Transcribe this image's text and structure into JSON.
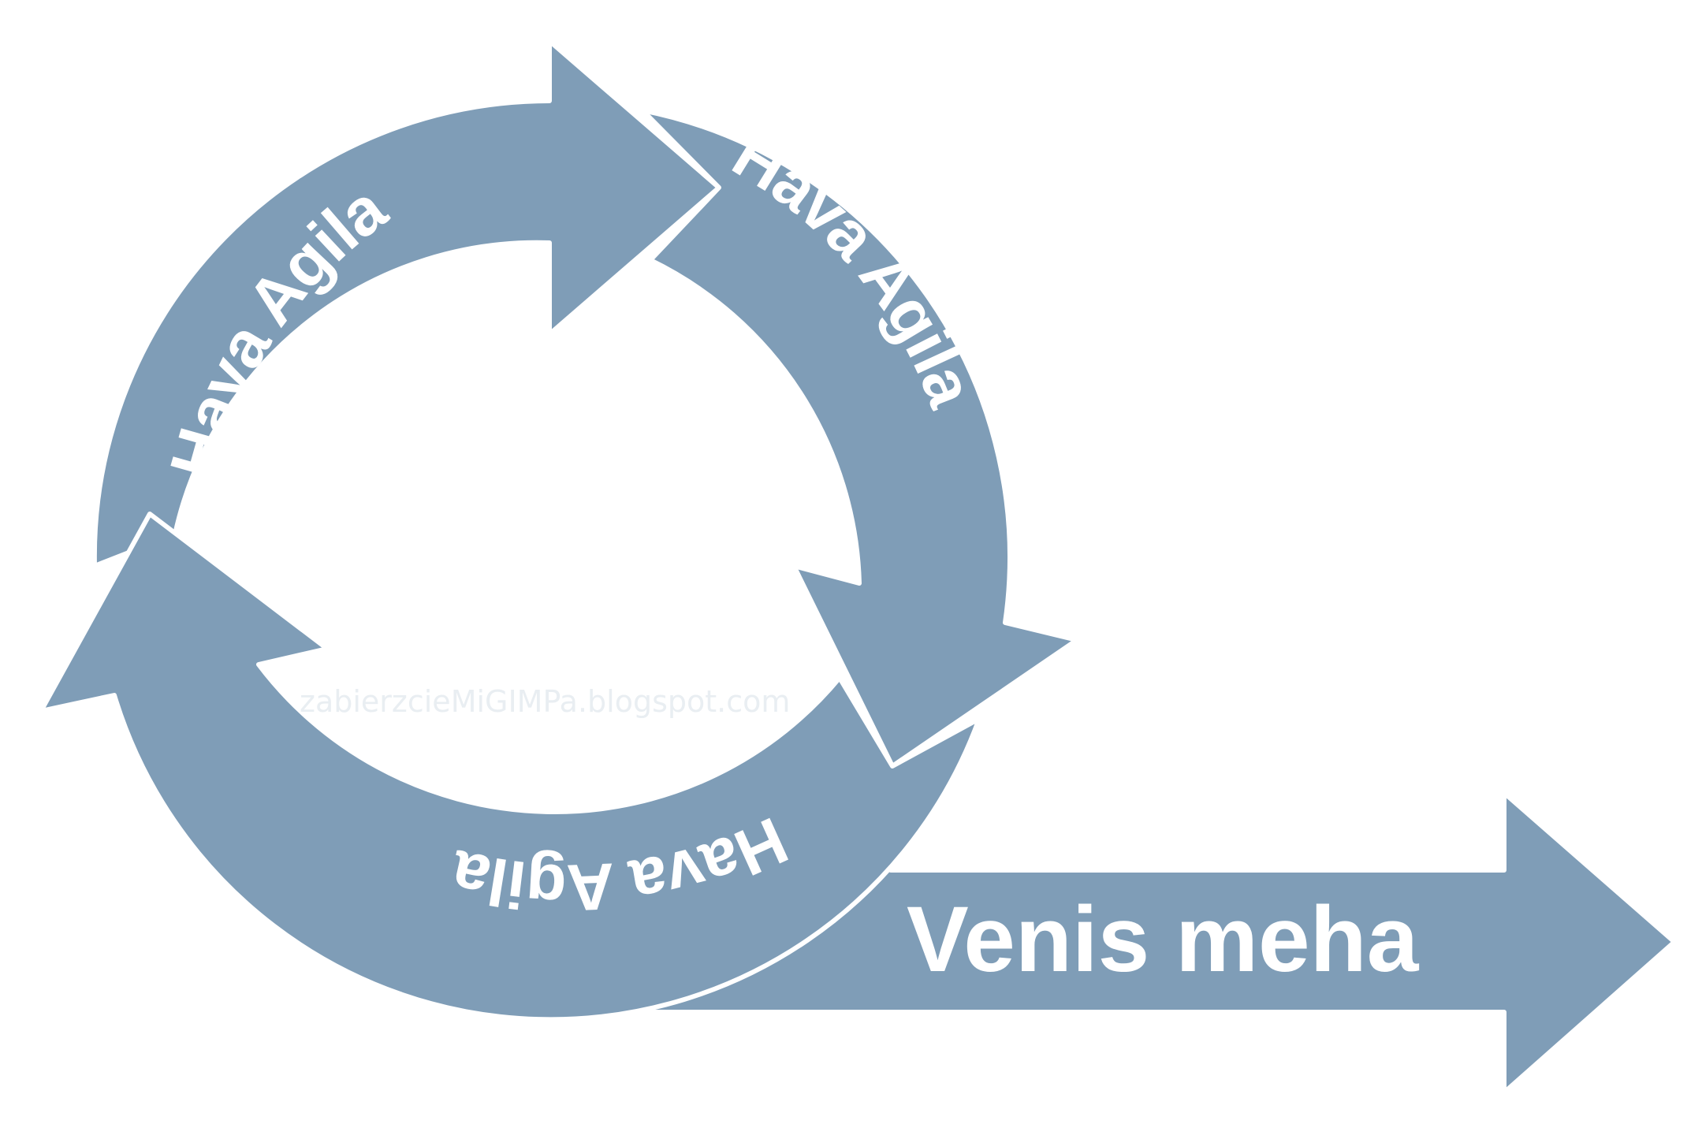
{
  "colors": {
    "arrow_fill": "#7F9DB7",
    "arrow_edge": "#FFFFFF",
    "label_text": "#FFFFFF",
    "watermark_text": "#E9EEF2",
    "background": "#FFFFFF"
  },
  "cycle": {
    "arrows": [
      {
        "label": "Hava Agila"
      },
      {
        "label": "Hava Agila"
      },
      {
        "label": "Hava Agila"
      }
    ]
  },
  "exit_arrow": {
    "label": "Venis meha"
  },
  "watermark": {
    "text": "zabierzcieMiGIMPa.blogspot.com"
  }
}
